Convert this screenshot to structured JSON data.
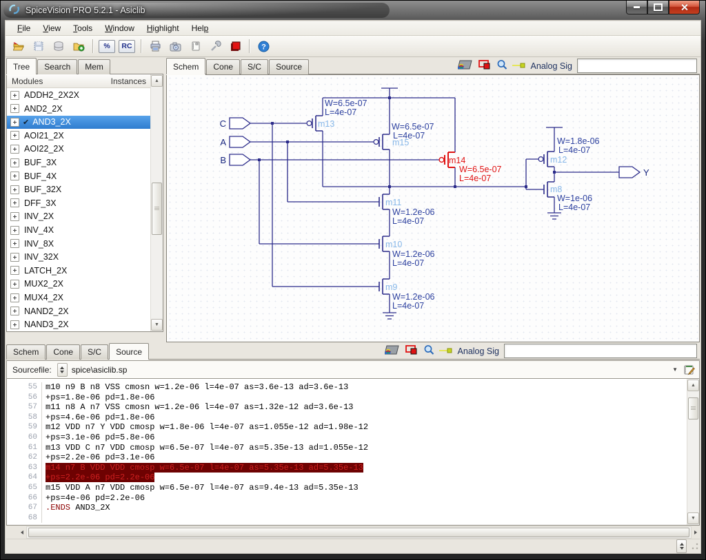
{
  "window": {
    "title": "SpiceVision PRO 5.2.1 - Asiclib"
  },
  "menu": {
    "items": [
      {
        "label": "File",
        "accel": 0
      },
      {
        "label": "View",
        "accel": 0
      },
      {
        "label": "Tools",
        "accel": 0
      },
      {
        "label": "Window",
        "accel": 0
      },
      {
        "label": "Highlight",
        "accel": 0
      },
      {
        "label": "Help",
        "accel": 3
      }
    ]
  },
  "toolbar": {
    "percent_label": "%",
    "rc_label": "RC",
    "help_glyph": "?"
  },
  "glyphs": {
    "up": "▲",
    "down": "▼",
    "dropdown": "▼",
    "check": "✔"
  },
  "left_panel": {
    "tabs": [
      "Tree",
      "Search",
      "Mem"
    ],
    "active_tab": "Tree",
    "columns": {
      "modules": "Modules",
      "instances": "Instances"
    },
    "selected_module": "AND3_2X",
    "modules": [
      "ADDH2_2X2X",
      "AND2_2X",
      "AND3_2X",
      "AOI21_2X",
      "AOI22_2X",
      "BUF_3X",
      "BUF_4X",
      "BUF_32X",
      "DFF_3X",
      "INV_2X",
      "INV_4X",
      "INV_8X",
      "INV_32X",
      "LATCH_2X",
      "MUX2_2X",
      "MUX4_2X",
      "NAND2_2X",
      "NAND3_2X"
    ]
  },
  "schem_panel": {
    "tabs": [
      "Schem",
      "Cone",
      "S/C",
      "Source"
    ],
    "active_tab": "Schem",
    "analog_sig_label": "Analog Sig",
    "analog_sig_value": ""
  },
  "schematic": {
    "ports": {
      "c": "C",
      "a": "A",
      "b": "B",
      "y": "Y"
    },
    "colors": {
      "wire": "#2b2b8a",
      "param_label": "#2b3f9e",
      "instance_label": "#85b6e8",
      "highlight": "#e01212"
    },
    "transistors": {
      "m13": {
        "name": "m13",
        "w": "W=6.5e-07",
        "l": "L=4e-07"
      },
      "m15": {
        "name": "m15",
        "w": "W=6.5e-07",
        "l": "L=4e-07"
      },
      "m14": {
        "name": "m14",
        "w": "W=6.5e-07",
        "l": "L=4e-07"
      },
      "m12": {
        "name": "m12",
        "w": "W=1.8e-06",
        "l": "L=4e-07"
      },
      "m8": {
        "name": "m8",
        "w": "W=1e-06",
        "l": "L=4e-07"
      },
      "m11": {
        "name": "m11",
        "w": "W=1.2e-06",
        "l": "L=4e-07"
      },
      "m10": {
        "name": "m10",
        "w": "W=1.2e-06",
        "l": "L=4e-07"
      },
      "m9": {
        "name": "m9",
        "w": "W=1.2e-06",
        "l": "L=4e-07"
      }
    }
  },
  "source_panel": {
    "tabs": [
      "Schem",
      "Cone",
      "S/C",
      "Source"
    ],
    "active_tab": "Source",
    "sourcefile_label": "Sourcefile:",
    "sourcefile_value": "spice\\asiclib.sp",
    "lines": [
      {
        "no": "55",
        "text": "m10 n9 B n8 VSS cmosn w=1.2e-06 l=4e-07 as=3.6e-13 ad=3.6e-13"
      },
      {
        "no": "56",
        "text": "+ps=1.8e-06 pd=1.8e-06"
      },
      {
        "no": "57",
        "text": "m11 n8 A n7 VSS cmosn w=1.2e-06 l=4e-07 as=1.32e-12 ad=3.6e-13"
      },
      {
        "no": "58",
        "text": "+ps=4.6e-06 pd=1.8e-06"
      },
      {
        "no": "59",
        "text": "m12 VDD n7 Y VDD cmosp w=1.8e-06 l=4e-07 as=1.055e-12 ad=1.98e-12"
      },
      {
        "no": "60",
        "text": "+ps=3.1e-06 pd=5.8e-06"
      },
      {
        "no": "61",
        "text": "m13 VDD C n7 VDD cmosp w=6.5e-07 l=4e-07 as=5.35e-13 ad=1.055e-12"
      },
      {
        "no": "62",
        "text": "+ps=2.2e-06 pd=3.1e-06"
      },
      {
        "no": "63",
        "text": "m14 n7 B VDD VDD cmosp w=6.5e-07 l=4e-07 as=5.35e-13 ad=5.35e-13",
        "highlighted": true
      },
      {
        "no": "64",
        "text": "+ps=2.2e-06 pd=2.2e-06",
        "highlighted": true
      },
      {
        "no": "65",
        "text": "m15 VDD A n7 VDD cmosp w=6.5e-07 l=4e-07 as=9.4e-13 ad=5.35e-13"
      },
      {
        "no": "66",
        "text": "+ps=4e-06 pd=2.2e-06"
      },
      {
        "no": "67",
        "keyword": ".ENDS",
        "text": " AND3_2X"
      },
      {
        "no": "68",
        "text": ""
      }
    ]
  }
}
